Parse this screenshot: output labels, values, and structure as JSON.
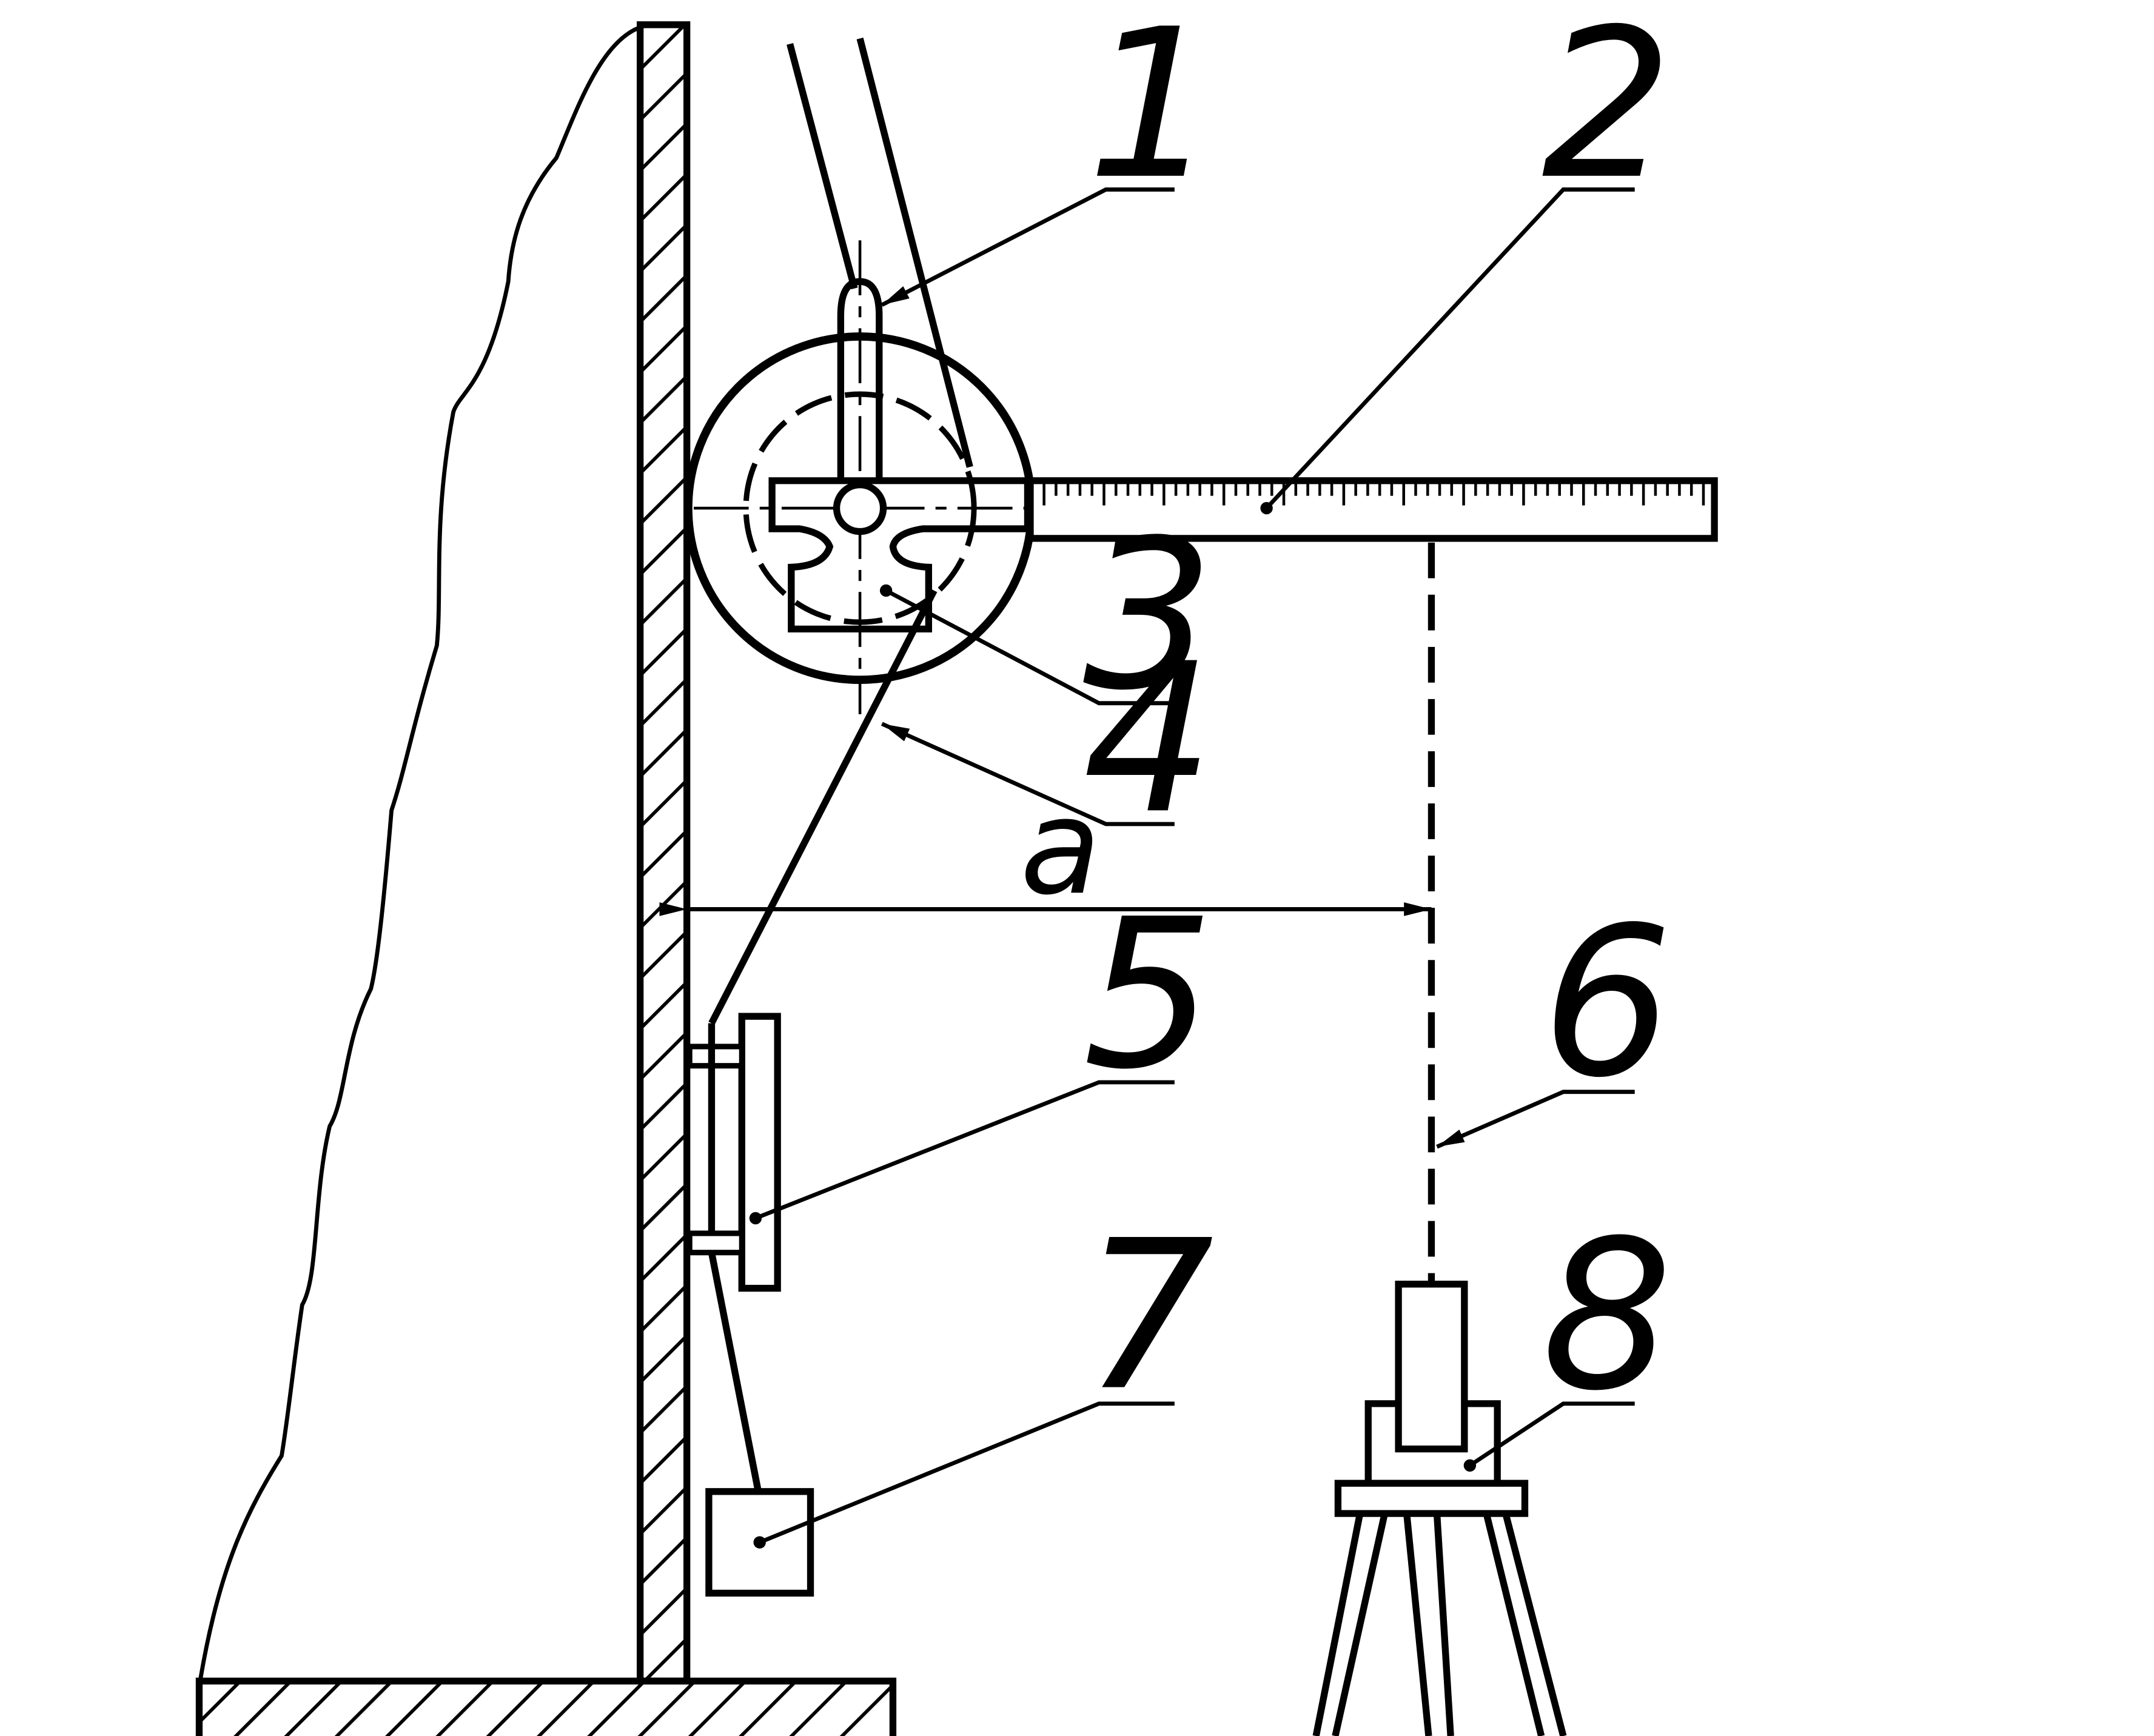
{
  "diagram": {
    "labels": {
      "l1": "1",
      "l2": "2",
      "l3": "3",
      "l4": "4",
      "l5": "5",
      "l6": "6",
      "l7": "7",
      "l8": "8",
      "dimension": "a"
    },
    "ruler_tick_count": 55,
    "colors": {
      "ink": "#000000",
      "paper": "#ffffff"
    }
  }
}
